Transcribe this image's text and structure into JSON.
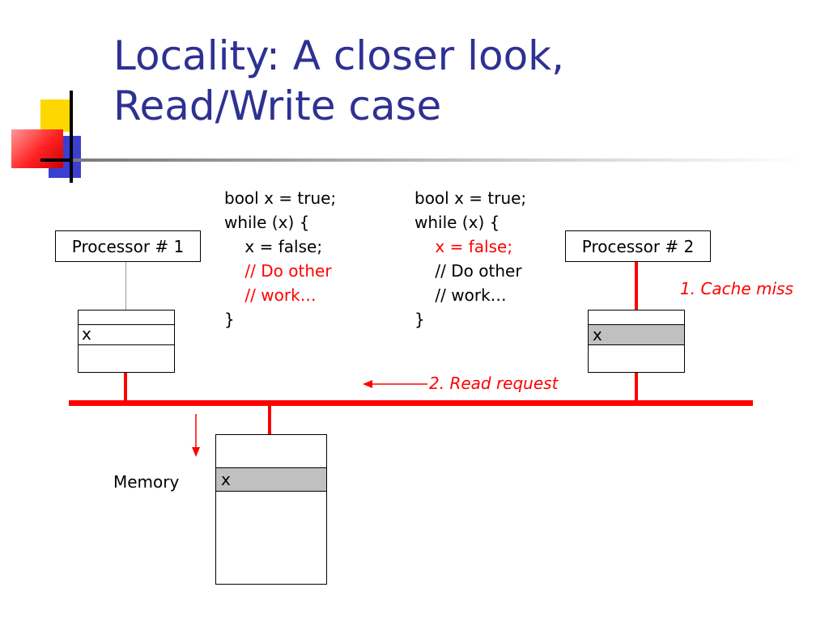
{
  "slide": {
    "title_line1": "Locality: A closer look,",
    "title_line2": "Read/Write case"
  },
  "code_p1": {
    "lines": [
      "bool x = true;",
      "while (x) {",
      "    x = false;",
      "    // Do other",
      "    // work…",
      "}"
    ]
  },
  "code_p2": {
    "lines": [
      "bool x = true;",
      "while (x) {",
      "    x = false;",
      "    // Do other",
      "    // work…",
      "}"
    ]
  },
  "diagram": {
    "processor1_label": "Processor # 1",
    "processor2_label": "Processor # 2",
    "cache1_cell": "x",
    "cache2_cell": "x",
    "memory_label": "Memory",
    "memory_cell": "x",
    "annotation_cache_miss": "1. Cache miss",
    "annotation_read_request": "2. Read request"
  },
  "colors": {
    "title": "#2E3192",
    "accent_red": "#FF0000",
    "cell_gray": "#C0C0C0",
    "deco_yellow": "#FFD700",
    "deco_blue": "#3A3FD1"
  }
}
